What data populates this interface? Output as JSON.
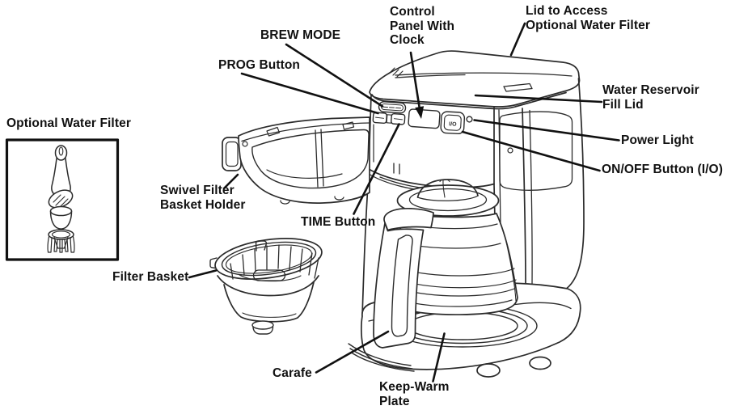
{
  "scene": {
    "background": "#ffffff",
    "line_color": "#2b2b2b",
    "text_color": "#111111"
  },
  "labels": {
    "brew_mode": "BREW MODE",
    "prog_button": "PROG Button",
    "control_panel_with_clock": "Control\nPanel With\nClock",
    "lid_to_access": "Lid to Access\nOptional Water Filter",
    "water_reservoir_fill_lid": "Water Reservoir\nFill Lid",
    "power_light": "Power Light",
    "on_off_button": "ON/OFF Button (I/O)",
    "optional_water_filter": "Optional Water Filter",
    "swivel_filter_basket_holder": "Swivel Filter\nBasket Holder",
    "time_button": "TIME Button",
    "filter_basket": "Filter Basket",
    "carafe": "Carafe",
    "keep_warm_plate": "Keep-Warm\nPlate"
  },
  "control_panel": {
    "io_button_label": "I/O"
  }
}
